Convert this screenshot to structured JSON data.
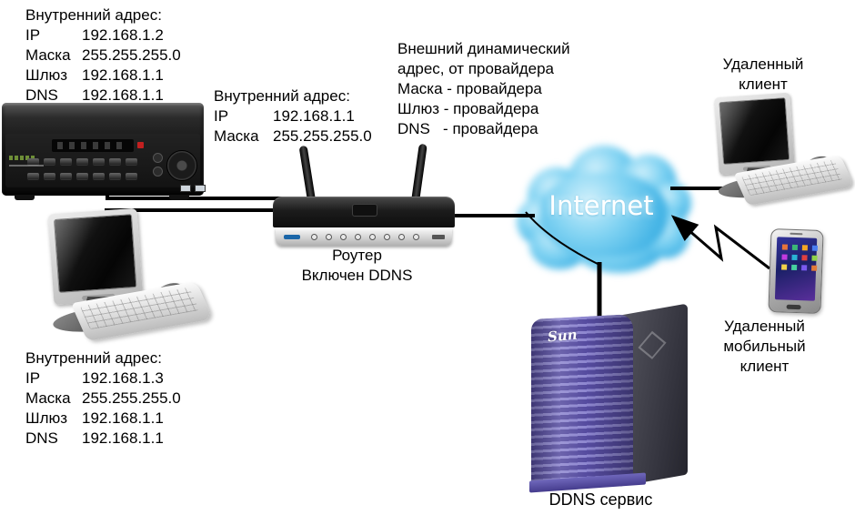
{
  "labels": {
    "internet": "Internet",
    "router_line1": "Роутер",
    "router_line2": "Включен DDNS",
    "remote_client_line1": "Удаленный",
    "remote_client_line2": "клиент",
    "mobile_line1": "Удаленный",
    "mobile_line2": "мобильный",
    "mobile_line3": "клиент",
    "ddns_service": "DDNS сервис",
    "sun_logo": "Sun"
  },
  "blocks": {
    "dvr": {
      "title": "Внутренний адрес:",
      "rows": [
        {
          "label": "IP",
          "value": "192.168.1.2"
        },
        {
          "label": "Маска",
          "value": "255.255.255.0"
        },
        {
          "label": "Шлюз",
          "value": "192.168.1.1"
        },
        {
          "label": "DNS",
          "value": "192.168.1.1"
        }
      ]
    },
    "router": {
      "title": "Внутренний адрес:",
      "rows": [
        {
          "label": "IP",
          "value": "192.168.1.1"
        },
        {
          "label": "Маска",
          "value": "255.255.255.0"
        }
      ]
    },
    "wan": {
      "lines": [
        "Внешний динамический",
        "адрес, от провайдера",
        "Маска - провайдера",
        "Шлюз - провайдера",
        "DNS   - провайдера"
      ]
    },
    "pc": {
      "title": "Внутренний адрес:",
      "rows": [
        {
          "label": "IP",
          "value": "192.168.1.3"
        },
        {
          "label": "Маска",
          "value": "255.255.255.0"
        },
        {
          "label": "Шлюз",
          "value": "192.168.1.1"
        },
        {
          "label": "DNS",
          "value": "192.168.1.1"
        }
      ]
    }
  },
  "colors": {
    "cloud": "#46b5e6",
    "server_front": "#6a61b8",
    "wire": "#000000"
  }
}
